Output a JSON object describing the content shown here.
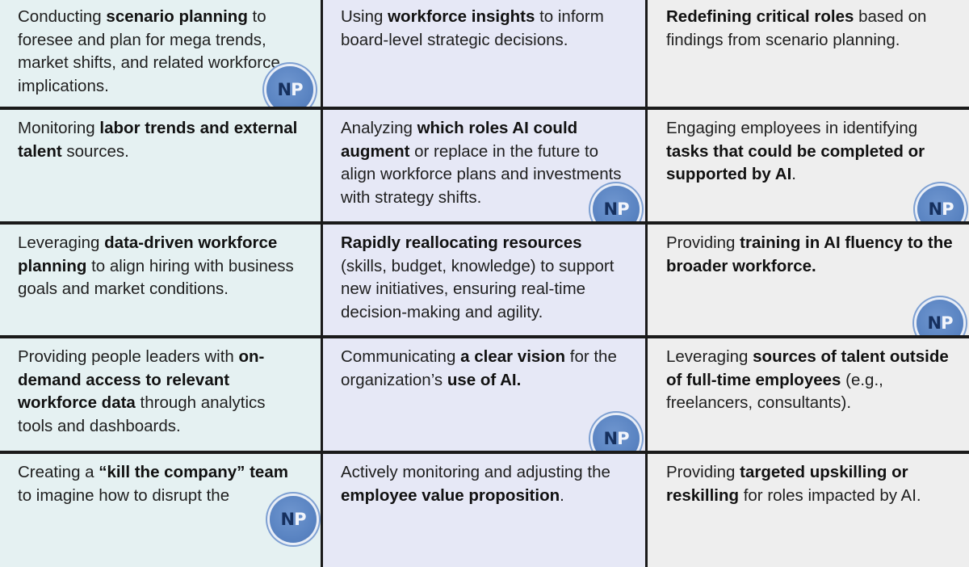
{
  "logo_text": [
    "N",
    "P"
  ],
  "colors": {
    "col1_bg": "#e5f1f2",
    "col2_bg": "#e6e8f6",
    "col3_bg": "#eeeeee",
    "grid_line": "#1a1a1a",
    "badge": "#5a84c2"
  },
  "rows": [
    [
      {
        "segments": [
          [
            "Conducting ",
            false
          ],
          [
            "scenario planning",
            true
          ],
          [
            " to foresee and plan for mega trends, market shifts, and related workforce implications.",
            false
          ]
        ],
        "badge": true
      },
      {
        "segments": [
          [
            "Using ",
            false
          ],
          [
            "workforce insights",
            true
          ],
          [
            " to inform board-level strategic decisions.",
            false
          ]
        ],
        "badge": false
      },
      {
        "segments": [
          [
            "Redefining critical roles",
            true
          ],
          [
            " based on findings from scenario planning.",
            false
          ]
        ],
        "badge": false
      }
    ],
    [
      {
        "segments": [
          [
            "Monitoring ",
            false
          ],
          [
            "labor trends and external talent",
            true
          ],
          [
            " sources.",
            false
          ]
        ],
        "badge": false
      },
      {
        "segments": [
          [
            "Analyzing ",
            false
          ],
          [
            "which roles AI could augment",
            true
          ],
          [
            " or replace in the future to align workforce plans and investments with strategy shifts.",
            false
          ]
        ],
        "badge": true
      },
      {
        "segments": [
          [
            "Engaging employees in identifying ",
            false
          ],
          [
            "tasks that could be completed or supported by AI",
            true
          ],
          [
            ".",
            false
          ]
        ],
        "badge": true
      }
    ],
    [
      {
        "segments": [
          [
            "Leveraging ",
            false
          ],
          [
            "data-driven workforce planning",
            true
          ],
          [
            " to align hiring with business goals and market conditions.",
            false
          ]
        ],
        "badge": false
      },
      {
        "segments": [
          [
            "Rapidly reallocating resources",
            true
          ],
          [
            " (skills, budget, knowledge) to support new initiatives, ensuring real-time decision-making and agility.",
            false
          ]
        ],
        "badge": false
      },
      {
        "segments": [
          [
            "Providing ",
            false
          ],
          [
            "training in AI fluency to the broader workforce.",
            true
          ]
        ],
        "badge": true
      }
    ],
    [
      {
        "segments": [
          [
            "Providing people leaders with ",
            false
          ],
          [
            "on-demand access to relevant workforce data",
            true
          ],
          [
            " through analytics tools and dashboards.",
            false
          ]
        ],
        "badge": false
      },
      {
        "segments": [
          [
            "Communicating ",
            false
          ],
          [
            "a clear vision",
            true
          ],
          [
            " for the organization’s ",
            false
          ],
          [
            "use of AI.",
            true
          ]
        ],
        "badge": true
      },
      {
        "segments": [
          [
            "Leveraging ",
            false
          ],
          [
            "sources of talent outside of full-time employees",
            true
          ],
          [
            " (e.g., freelancers, consultants).",
            false
          ]
        ],
        "badge": false
      }
    ],
    [
      {
        "segments": [
          [
            "Creating a ",
            false
          ],
          [
            "“kill the company” team",
            true
          ],
          [
            " to imagine how to disrupt the",
            false
          ]
        ],
        "badge": true
      },
      {
        "segments": [
          [
            "Actively monitoring and adjusting the ",
            false
          ],
          [
            "employee value proposition",
            true
          ],
          [
            ".",
            false
          ]
        ],
        "badge": false
      },
      {
        "segments": [
          [
            "Providing ",
            false
          ],
          [
            "targeted upskilling or reskilling",
            true
          ],
          [
            " for roles impacted by AI.",
            false
          ]
        ],
        "badge": false
      }
    ]
  ]
}
